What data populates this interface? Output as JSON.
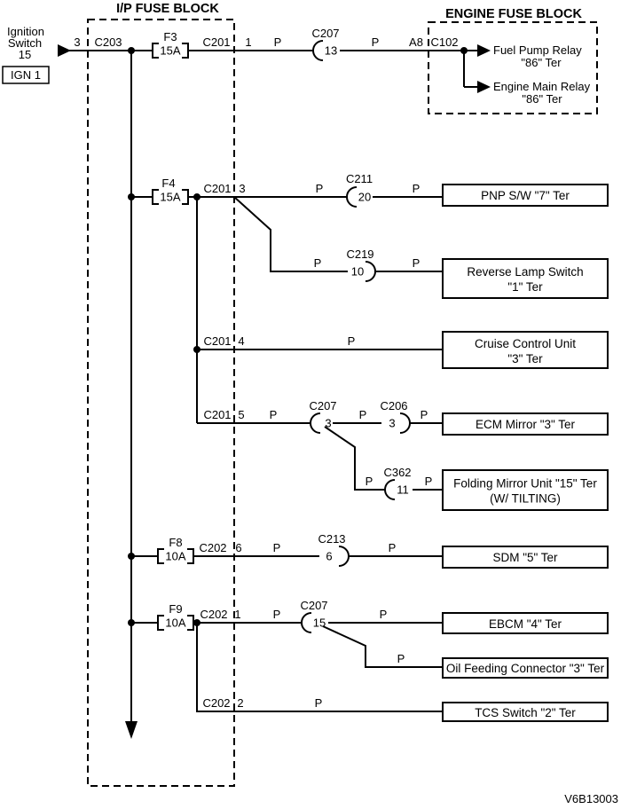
{
  "titles": {
    "ip_block": "I/P FUSE BLOCK",
    "engine_block": "ENGINE FUSE BLOCK"
  },
  "source": {
    "name_l1": "Ignition",
    "name_l2": "Switch",
    "name_l3": "15",
    "tag": "IGN 1",
    "pin": "3",
    "connector": "C203"
  },
  "fuses": {
    "f3": {
      "id": "F3",
      "rating": "15A"
    },
    "f4": {
      "id": "F4",
      "rating": "15A"
    },
    "f8": {
      "id": "F8",
      "rating": "10A"
    },
    "f9": {
      "id": "F9",
      "rating": "10A"
    }
  },
  "main": {
    "conn": "C201",
    "pin": "1",
    "wire1": "P",
    "conn2": "C207",
    "conn2_pin": "13",
    "wire2": "P",
    "pin2": "A8",
    "conn3": "C102",
    "fuel_relay_l1": "Fuel Pump Relay",
    "fuel_relay_l2": "\"86\" Ter",
    "main_relay_l1": "Engine Main Relay",
    "main_relay_l2": "\"86\" Ter"
  },
  "pnp": {
    "conn": "C201",
    "pin": "3",
    "wire1": "P",
    "conn2": "C211",
    "conn2_pin": "20",
    "wire2": "P",
    "target": "PNP S/W \"7\" Ter"
  },
  "reverse": {
    "wire1": "P",
    "conn": "C219",
    "conn_pin": "10",
    "wire2": "P",
    "target_l1": "Reverse Lamp Switch",
    "target_l2": "\"1\" Ter"
  },
  "cruise": {
    "conn": "C201",
    "pin": "4",
    "wire1": "P",
    "target_l1": "Cruise Control Unit",
    "target_l2": "\"3\" Ter"
  },
  "ecm": {
    "conn": "C201",
    "pin": "5",
    "wire1": "P",
    "conn2": "C207",
    "conn2_pin": "3",
    "wire2": "P",
    "conn3": "C206",
    "conn3_pin": "3",
    "wire3": "P",
    "target": "ECM Mirror \"3\" Ter"
  },
  "folding": {
    "wire1": "P",
    "conn": "C362",
    "conn_pin": "11",
    "wire2": "P",
    "target_l1": "Folding Mirror Unit \"15\" Ter",
    "target_l2": "(W/ TILTING)"
  },
  "sdm": {
    "conn": "C202",
    "pin": "6",
    "wire1": "P",
    "conn2": "C213",
    "conn2_pin": "6",
    "wire2": "P",
    "target": "SDM \"5\" Ter"
  },
  "ebcm": {
    "conn": "C202",
    "pin": "1",
    "wire1": "P",
    "conn2": "C207",
    "conn2_pin": "15",
    "wire2": "P",
    "target": "EBCM \"4\" Ter"
  },
  "oil": {
    "wire1": "P",
    "target": "Oil Feeding Connector \"3\" Ter"
  },
  "tcs": {
    "conn": "C202",
    "pin": "2",
    "wire1": "P",
    "target": "TCS Switch \"2\" Ter"
  },
  "footer": {
    "code": "V6B13003"
  }
}
